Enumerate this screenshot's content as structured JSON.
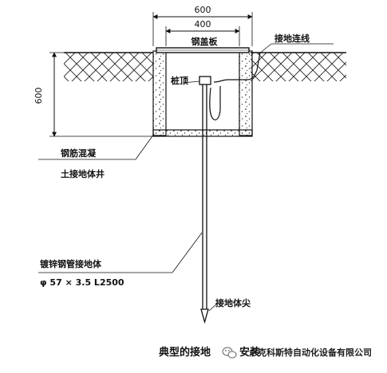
{
  "diagram": {
    "dimensions": {
      "top_width": "600",
      "inner_width": "400",
      "left_height": "600"
    },
    "labels": {
      "cover_plate": "钢盖板",
      "ground_wire": "接地连线",
      "pile_top": "桩顶",
      "pit_line1": "钢筋混凝",
      "pit_line2": "土接地体井",
      "pipe_line1": "镀锌钢管接地体",
      "pipe_line2": "φ 57 × 3.5 L2500",
      "tip": "接地体尖"
    },
    "caption": "典型的接地",
    "caption_tail": "安装",
    "watermark": "卢克科斯特自动化设备有限公司"
  }
}
